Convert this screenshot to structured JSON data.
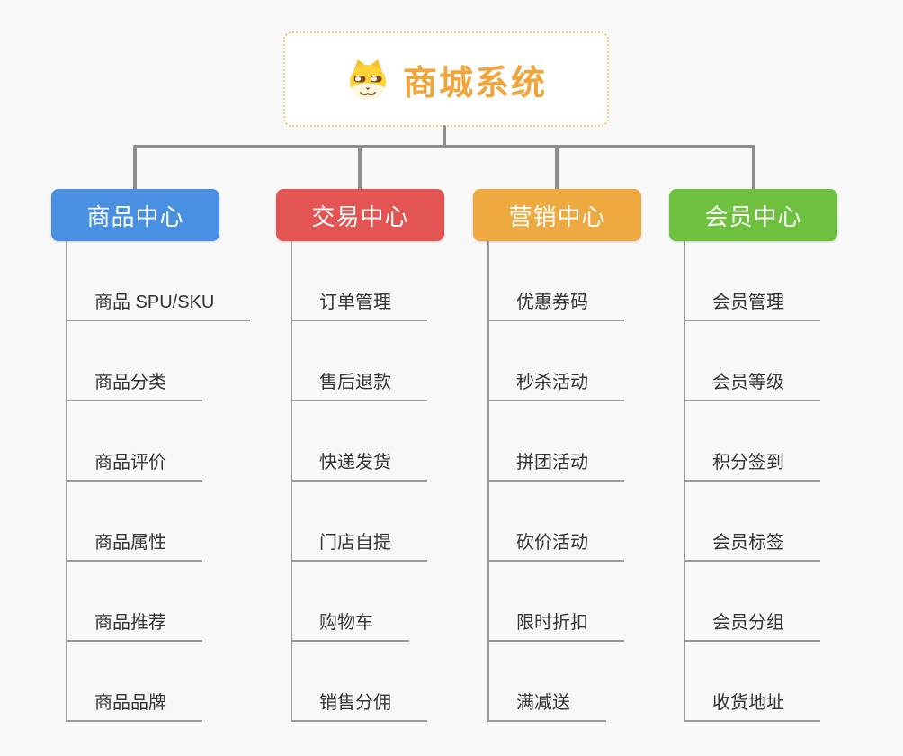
{
  "root": {
    "title": "商城系统",
    "icon": "doge-icon"
  },
  "branches": [
    {
      "label": "商品中心",
      "color": "#4A90E2",
      "children": [
        "商品 SPU/SKU",
        "商品分类",
        "商品评价",
        "商品属性",
        "商品推荐",
        "商品品牌"
      ]
    },
    {
      "label": "交易中心",
      "color": "#E25552",
      "children": [
        "订单管理",
        "售后退款",
        "快递发货",
        "门店自提",
        "购物车",
        "销售分佣"
      ]
    },
    {
      "label": "营销中心",
      "color": "#EEA941",
      "children": [
        "优惠券码",
        "秒杀活动",
        "拼团活动",
        "砍价活动",
        "限时折扣",
        "满减送"
      ]
    },
    {
      "label": "会员中心",
      "color": "#6EC03F",
      "children": [
        "会员管理",
        "会员等级",
        "积分签到",
        "会员标签",
        "会员分组",
        "收货地址"
      ]
    }
  ],
  "colors": {
    "background": "#F8F8F8",
    "connector": "#8C8C8C",
    "leaf_line": "#999999",
    "leaf_text": "#333333",
    "root_text": "#F0A43C",
    "root_border": "#F3C67F"
  }
}
